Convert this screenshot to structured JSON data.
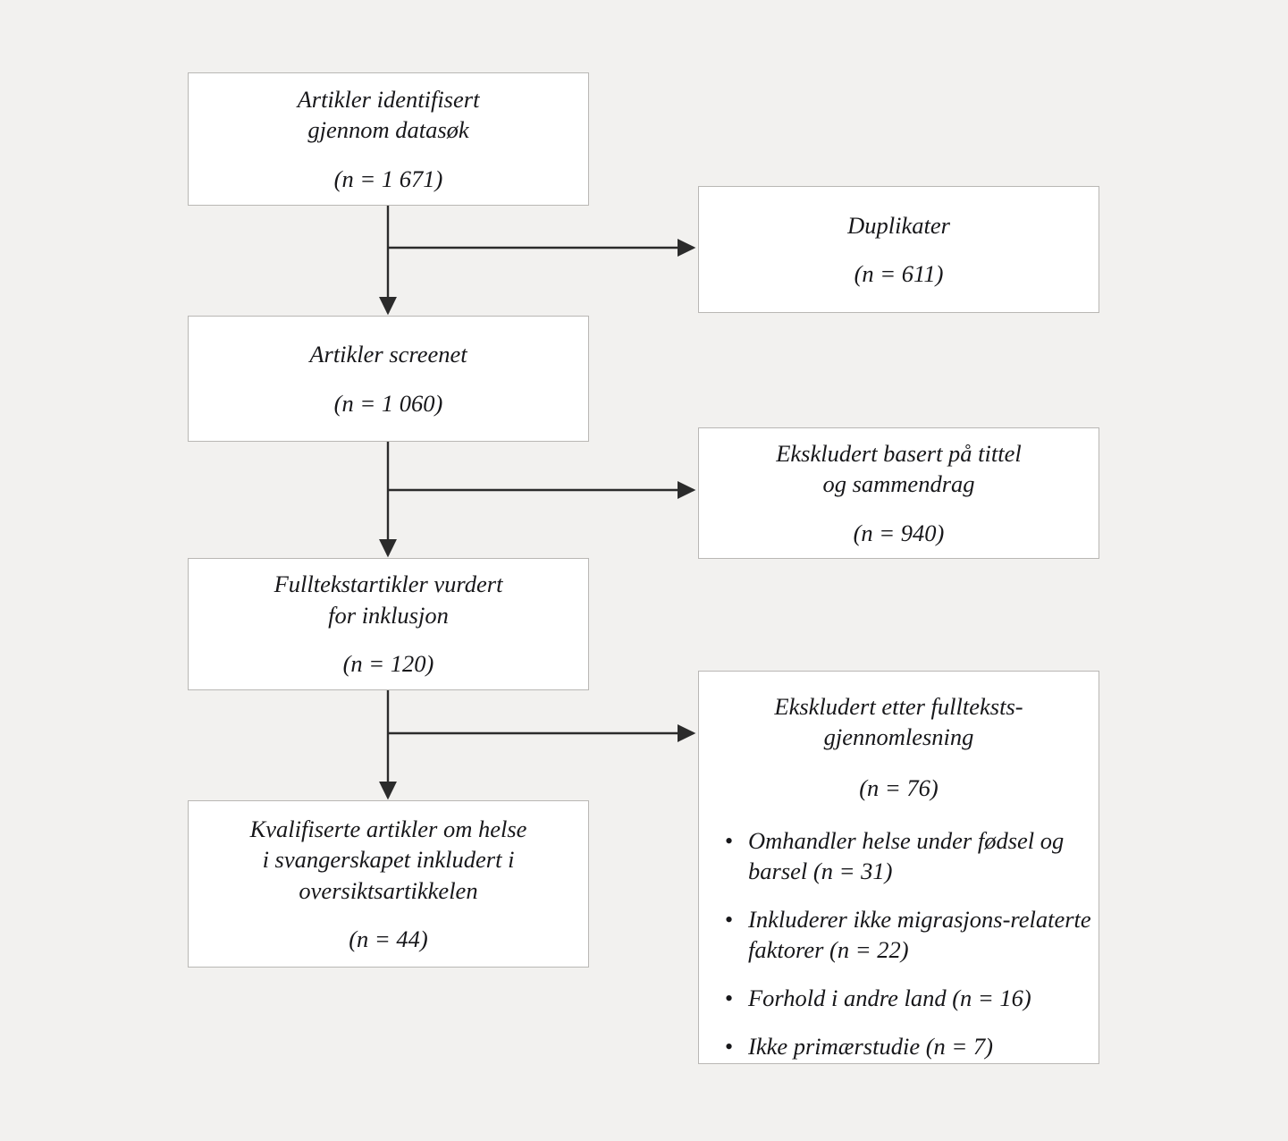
{
  "diagram": {
    "type": "prisma-flow-diagram",
    "language": "nb-NO",
    "background_color": "#f2f1ef",
    "box_fill_color": "#ffffff",
    "box_border_color": "#b9b7b4",
    "connector_color": "#2b2b2b",
    "text_color": "#17171a"
  },
  "flow": {
    "identified": {
      "line1": "Artikler identifisert",
      "line2": "gjennom datasøk",
      "count": "(n = 1 671)"
    },
    "duplicates": {
      "line1": "Duplikater",
      "count": "(n = 611)"
    },
    "screened": {
      "line1": "Artikler screenet",
      "count": "(n = 1 060)"
    },
    "excluded_title_abstract": {
      "line1": "Ekskludert basert på tittel",
      "line2": "og sammendrag",
      "count": "(n = 940)"
    },
    "fulltext_assessed": {
      "line1": "Fulltekstartikler vurdert",
      "line2": "for inklusjon",
      "count": "(n = 120)"
    },
    "excluded_fulltext": {
      "line1": "Ekskludert etter fullteksts-",
      "line2": "gjennomlesning",
      "count": "(n = 76)",
      "bullet_marker": "•",
      "reasons": [
        {
          "text": "Omhandler helse under fødsel og barsel  (n = 31)"
        },
        {
          "text": "Inkluderer ikke migrasjons-relaterte faktorer (n = 22)"
        },
        {
          "text": "Forhold i andre land (n = 16)"
        },
        {
          "text": "Ikke primærstudie (n = 7)"
        }
      ]
    },
    "included": {
      "line1": "Kvalifiserte artikler om helse",
      "line2": "i svangerskapet inkludert i",
      "line3": "oversiktsartikkelen",
      "count": "(n = 44)"
    }
  },
  "chart_data": {
    "type": "flow",
    "title": "",
    "nodes": [
      {
        "id": "identified",
        "stage": "identification",
        "label": "Artikler identifisert gjennom datasøk",
        "n": 1671,
        "column": "left"
      },
      {
        "id": "duplicates",
        "stage": "identification",
        "label": "Duplikater",
        "n": 611,
        "column": "right"
      },
      {
        "id": "screened",
        "stage": "screening",
        "label": "Artikler screenet",
        "n": 1060,
        "column": "left"
      },
      {
        "id": "excluded_title_abstract",
        "stage": "screening",
        "label": "Ekskludert basert på tittel og sammendrag",
        "n": 940,
        "column": "right"
      },
      {
        "id": "fulltext_assessed",
        "stage": "eligibility",
        "label": "Fulltekstartikler vurdert for inklusjon",
        "n": 120,
        "column": "left"
      },
      {
        "id": "excluded_fulltext",
        "stage": "eligibility",
        "label": "Ekskludert etter fulltekstsgjennomlesning",
        "n": 76,
        "column": "right",
        "breakdown": [
          {
            "label": "Omhandler helse under fødsel og barsel",
            "n": 31
          },
          {
            "label": "Inkluderer ikke migrasjons-relaterte faktorer",
            "n": 22
          },
          {
            "label": "Forhold i andre land",
            "n": 16
          },
          {
            "label": "Ikke primærstudie",
            "n": 7
          }
        ]
      },
      {
        "id": "included",
        "stage": "included",
        "label": "Kvalifiserte artikler om helse i svangerskapet inkludert i oversiktsartikkelen",
        "n": 44,
        "column": "left"
      }
    ],
    "edges": [
      {
        "from": "identified",
        "to": "screened",
        "direction": "down"
      },
      {
        "from": "identified",
        "to": "duplicates",
        "direction": "right"
      },
      {
        "from": "screened",
        "to": "fulltext_assessed",
        "direction": "down"
      },
      {
        "from": "screened",
        "to": "excluded_title_abstract",
        "direction": "right"
      },
      {
        "from": "fulltext_assessed",
        "to": "included",
        "direction": "down"
      },
      {
        "from": "fulltext_assessed",
        "to": "excluded_fulltext",
        "direction": "right"
      }
    ]
  }
}
